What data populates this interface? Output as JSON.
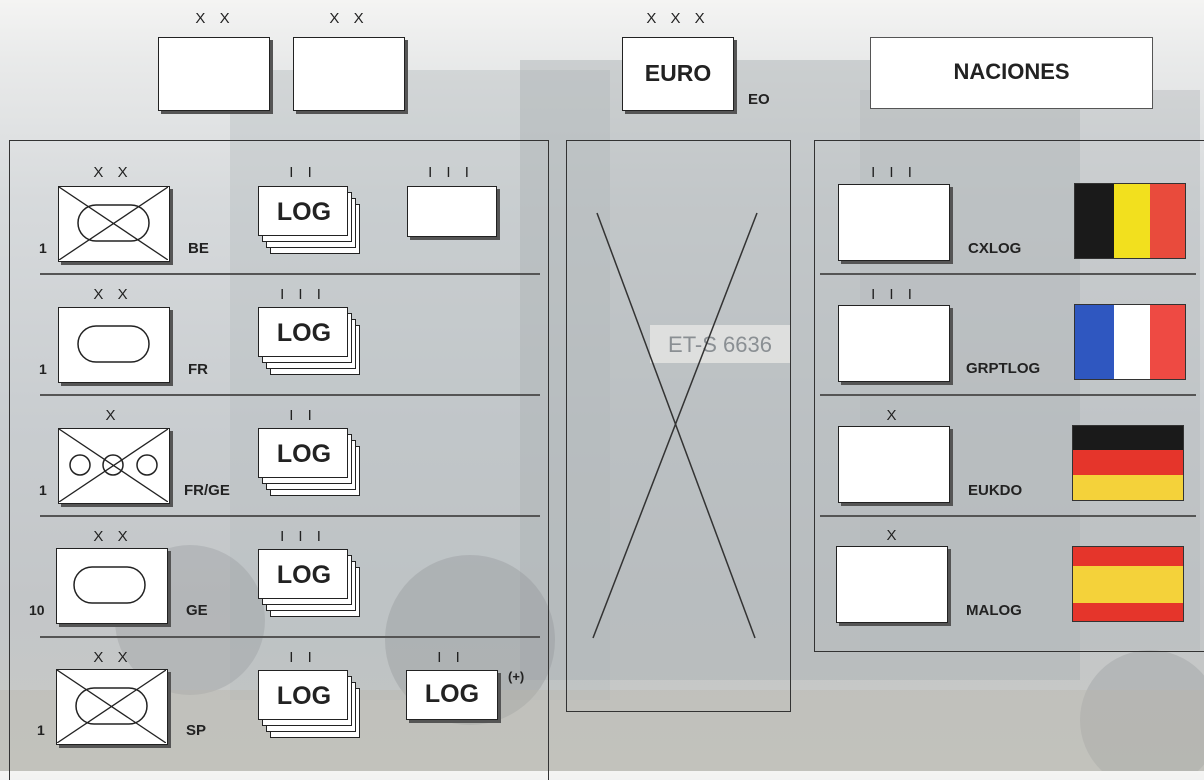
{
  "top": {
    "echelon_left1": "X X",
    "echelon_left2": "X X",
    "echelon_center": "X X X",
    "euro_label": "EURO",
    "eo_label": "EO",
    "naciones_label": "NACIONES"
  },
  "left_rows": [
    {
      "echelon": "X X",
      "number": "1",
      "country": "BE",
      "log_echelon": "I I",
      "log_label": "LOG",
      "extra_echelon": "I I I"
    },
    {
      "echelon": "X X",
      "number": "1",
      "country": "FR",
      "log_echelon": "I I I",
      "log_label": "LOG"
    },
    {
      "echelon": "X",
      "number": "1",
      "country": "FR/GE",
      "log_echelon": "I I",
      "log_label": "LOG"
    },
    {
      "echelon": "X X",
      "number": "10",
      "country": "GE",
      "log_echelon": "I I I",
      "log_label": "LOG"
    },
    {
      "echelon": "X X",
      "number": "1",
      "country": "SP",
      "log_echelon": "I I",
      "log_label": "LOG",
      "extra_echelon": "I I",
      "extra_label": "LOG",
      "extra_note": "(+)"
    }
  ],
  "right_rows": [
    {
      "echelon": "I I I",
      "label": "CXLOG",
      "flag": "belgium",
      "colors": [
        "#1a1a1a",
        "#f2e01e",
        "#e94b3c"
      ]
    },
    {
      "echelon": "I I I",
      "label": "GRPTLOG",
      "flag": "france",
      "colors": [
        "#2f57c0",
        "#ffffff",
        "#ee4a43"
      ]
    },
    {
      "echelon": "X",
      "label": "EUKDO",
      "flag": "germany",
      "colors": [
        "#1a1a1a",
        "#e5352b",
        "#f4d23a"
      ]
    },
    {
      "echelon": "X",
      "label": "MALOG",
      "flag": "spain",
      "colors": [
        "#e5352b",
        "#f4d23a",
        "#e5352b"
      ]
    }
  ],
  "background_text": "ET-S 6636",
  "colors": {
    "line": "#222222",
    "panel_border": "#333333"
  }
}
